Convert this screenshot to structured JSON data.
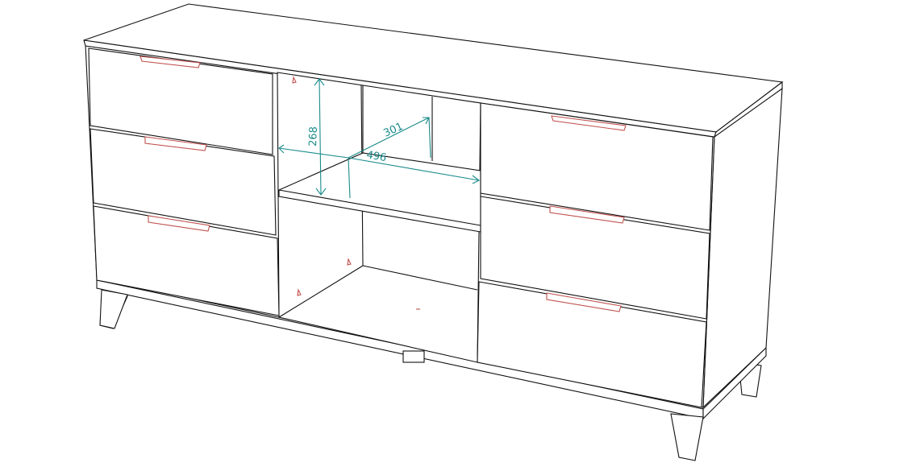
{
  "colors": {
    "line": "#111111",
    "handle": "#c0504d",
    "dimension": "#1a8a8a",
    "background": "#ffffff"
  },
  "dimensions": {
    "height": "268",
    "depth": "301",
    "width": "496"
  }
}
